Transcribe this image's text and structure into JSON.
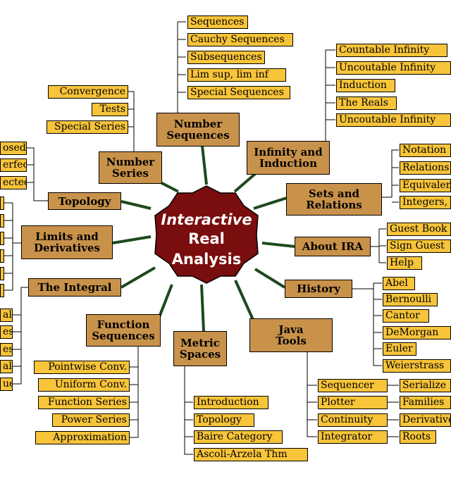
{
  "hub": {
    "line1": "Interactive",
    "line2": "Real",
    "line3": "Analysis"
  },
  "topics": {
    "number_sequences": "Number\nSequences",
    "infinity_induction": "Infinity and\nInduction",
    "number_series": "Number\nSeries",
    "sets_relations": "Sets and\nRelations",
    "topology": "Topology",
    "limits_derivatives": "Limits and\nDerivatives",
    "about_ira": "About IRA",
    "the_integral": "The Integral",
    "history": "History",
    "function_sequences": "Function\nSequences",
    "metric_spaces": "Metric\nSpaces",
    "java_tools": "Java\nTools"
  },
  "sequences_items": [
    "Sequences",
    "Cauchy Sequences",
    "Subsequences",
    "Lim sup, lim inf",
    "Special Sequences"
  ],
  "infinity_items": [
    "Countable Infinity",
    "Uncoutable Infinity",
    "Induction",
    "The Reals",
    "Uncoutable Infinity"
  ],
  "series_items": [
    "Convergence",
    "Tests",
    "Special Series"
  ],
  "sets_items": [
    "Notation",
    "Relations",
    "Equivalence",
    "Integers,"
  ],
  "topology_items": [
    "osed",
    "erfect",
    "ected"
  ],
  "limits_items": [
    "",
    "",
    "",
    "",
    "",
    ""
  ],
  "about_items": [
    "Guest Book",
    "Sign Guest",
    "Help"
  ],
  "integral_items": [
    "al",
    "es",
    "es",
    "al",
    "ue"
  ],
  "history_items": [
    "Abel",
    "Bernoulli",
    "Cantor",
    "DeMorgan",
    "Euler",
    "Weierstrass"
  ],
  "function_items": [
    "Pointwise Conv.",
    "Uniform Conv.",
    "Function Series",
    "Power Series",
    "Approximation"
  ],
  "metric_items": [
    "Introduction",
    "Topology",
    "Baire Category",
    "Ascoli-Arzela Thm"
  ],
  "java_items": [
    "Sequencer",
    "Plotter",
    "Continuity",
    "Integrator"
  ],
  "java_sub_items": [
    "Serialize",
    "Families",
    "Derivatives",
    "Roots"
  ]
}
